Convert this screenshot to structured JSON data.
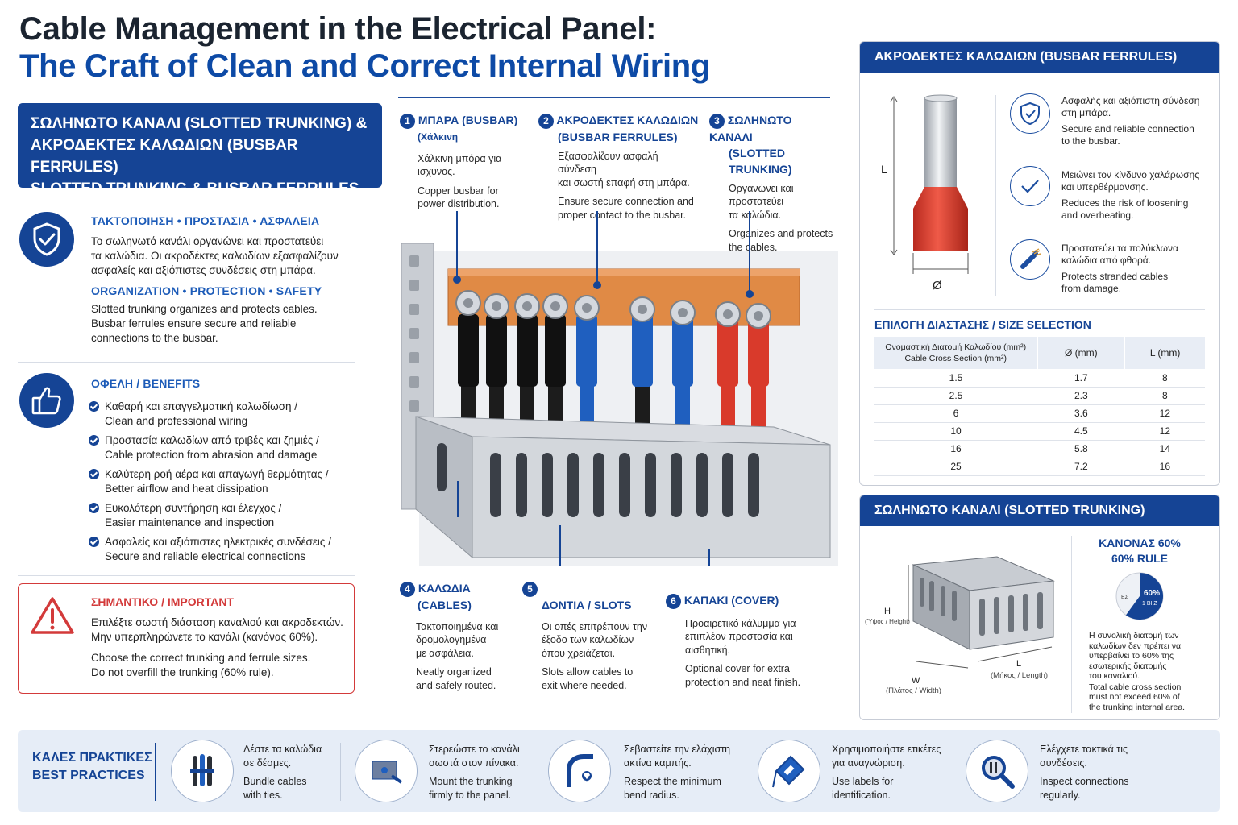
{
  "title": {
    "line1": "Cable Management in the Electrical Panel:",
    "line2": "The Craft of Clean and Correct Internal Wiring"
  },
  "left_header": {
    "line1": "ΣΩΛΗΝΩΤΟ ΚΑΝΑΛΙ (SLOTTED TRUNKING) &",
    "line2": "ΑΚΡΟΔΕΚΤΕΣ ΚΑΛΩΔΙΩΝ (BUSBAR FERRULES)",
    "line3": "SLOTTED TRUNKING & BUSBAR FERRULES"
  },
  "organization": {
    "icon": "shield-check-icon",
    "head_gr": "ΤΑΚΤΟΠΟΙΗΣΗ • ΠΡΟΣΤΑΣΙΑ • ΑΣΦΑΛΕΙΑ",
    "text_gr1": "Το σωληνωτό κανάλι οργανώνει και προστατεύει",
    "text_gr2": "τα καλώδια. Οι ακροδέκτες καλωδίων εξασφαλίζουν",
    "text_gr3": "ασφαλείς και αξιόπιστες συνδέσεις στη μπάρα.",
    "head_en": "ORGANIZATION • PROTECTION • SAFETY",
    "text_en1": "Slotted trunking organizes and protects cables.",
    "text_en2": "Busbar ferrules ensure secure and reliable",
    "text_en3": "connections to the busbar."
  },
  "benefits": {
    "icon": "thumbs-up-icon",
    "head": "ΟΦΕΛΗ / BENEFITS",
    "items": [
      {
        "gr": "Καθαρή και επαγγελματική καλωδίωση /",
        "en": "Clean and professional wiring"
      },
      {
        "gr": "Προστασία καλωδίων από τριβές και ζημιές /",
        "en": "Cable protection from abrasion and damage"
      },
      {
        "gr": "Καλύτερη ροή αέρα και απαγωγή θερμότητας /",
        "en": "Better airflow and heat dissipation"
      },
      {
        "gr": "Ευκολότερη συντήρηση και έλεγχος /",
        "en": "Easier maintenance and inspection"
      },
      {
        "gr": "Ασφαλείς και αξιόπιστες ηλεκτρικές συνδέσεις /",
        "en": "Secure and reliable electrical connections"
      }
    ]
  },
  "important": {
    "head": "ΣΗΜΑΝΤΙΚΟ / IMPORTANT",
    "gr1": "Επιλέξτε σωστή διάσταση καναλιού και ακροδεκτών.",
    "gr2": "Μην υπερπληρώνετε το κανάλι (κανόνας 60%).",
    "en1": "Choose the correct trunking and ferrule sizes.",
    "en2": "Do not overfill the trunking (60% rule)."
  },
  "callouts": [
    {
      "num": "1",
      "t1": "ΜΠΑΡΑ (BUSBAR)",
      "t2": "(Χάλκινη",
      "gr1": "Χάλκινη μπόρα για",
      "gr2": "ισχυνος.",
      "en1": "Copper busbar for",
      "en2": "power distribution."
    },
    {
      "num": "2",
      "t1": "ΑΚΡΟΔΕΚΤΕΣ ΚΑΛΩΔΙΩΝ",
      "t2": "(BUSBAR FERRULES)",
      "gr1": "Εξασφαλίζουν ασφαλή σύνδεση",
      "gr2": "και σωστή επαφή στη μπάρα.",
      "en1": "Ensure secure connection and",
      "en2": "proper contact to the busbar."
    },
    {
      "num": "3",
      "t1": "ΣΩΛΗΝΩΤΟ ΚΑΝΑΛΙ",
      "t2": "(SLOTTED TRUNKING)",
      "gr1": "Οργανώνει και προστατεύει",
      "gr2": "τα καλώδια.",
      "en1": "Organizes and protects",
      "en2": "the cables."
    },
    {
      "num": "4",
      "t1": "ΚΑΛΩΔΙΑ",
      "t2": "(CABLES)",
      "gr1": "Τακτοποιημένα και",
      "gr2": "δρομολογημένα",
      "gr3": "με ασφάλεια.",
      "en1": "Neatly organized",
      "en2": "and safely routed."
    },
    {
      "num": "5",
      "t1": "ΔΟΝΤΙΑ / SLOTS",
      "gr1": "Οι οπές επιτρέπουν την",
      "gr2": "έξοδο των καλωδίων",
      "gr3": "όπου χρειάζεται.",
      "en1": "Slots allow cables to",
      "en2": "exit where needed."
    },
    {
      "num": "6",
      "t1": "ΚΑΠΑΚΙ (COVER)",
      "gr1": "Προαιρετικό κάλυμμα για",
      "gr2": "επιπλέον προστασία και",
      "gr3": "αισθητική.",
      "en1": "Optional cover for extra",
      "en2": "protection and neat finish."
    }
  ],
  "ferrules_panel": {
    "head": "ΑΚΡΟΔΕΚΤΕΣ ΚΑΛΩΔΙΩΝ (BUSBAR FERRULES)",
    "dim_L": "L",
    "dim_D": "Ø",
    "features": [
      {
        "icon": "shield-check-icon",
        "gr1": "Ασφαλής και αξιόπιστη σύνδεση",
        "gr2": "στη μπάρα.",
        "en1": "Secure and reliable connection",
        "en2": "to the busbar."
      },
      {
        "icon": "check-icon",
        "gr1": "Μειώνει τον κίνδυνο χαλάρωσης",
        "gr2": "και υπερθέρμανσης.",
        "en1": "Reduces the risk of loosening",
        "en2": "and overheating."
      },
      {
        "icon": "stranded-cable-icon",
        "gr1": "Προστατεύει τα πολύκλωνα",
        "gr2": "καλώδια από φθορά.",
        "en1": "Protects stranded cables",
        "en2": "from damage."
      }
    ],
    "size_head": "ΕΠΙΛΟΓΗ ΔΙΑΣΤΑΣΗΣ / SIZE SELECTION",
    "col1_gr": "Ονομαστική Διατομή Καλωδίου (mm²)",
    "col1_en": "Cable Cross Section (mm²)",
    "col2": "Ø (mm)",
    "col3": "L (mm)",
    "rows": [
      [
        "1.5",
        "1.7",
        "8"
      ],
      [
        "2.5",
        "2.3",
        "8"
      ],
      [
        "6",
        "3.6",
        "12"
      ],
      [
        "10",
        "4.5",
        "12"
      ],
      [
        "16",
        "5.8",
        "14"
      ],
      [
        "25",
        "7.2",
        "16"
      ]
    ]
  },
  "trunking_panel": {
    "head": "ΣΩΛΗΝΩΤΟ ΚΑΝΑΛΙ (SLOTTED TRUNKING)",
    "dim_H": "H",
    "dim_H_label": "(Ύψος / Height)",
    "dim_W": "W",
    "dim_W_label": "(Πλάτος / Width)",
    "dim_L": "L",
    "dim_L_label": "(Μήκος / Length)",
    "rule_gr": "ΚΑΝΟΝΑΣ 60%",
    "rule_en": "60% RULE",
    "pie_value": 60,
    "pie_label": "60%",
    "pie_sub": "1 BIIZ",
    "pie_left": "ΕΣ",
    "desc_gr1": "Η συνολική διατομή των",
    "desc_gr2": "καλωδίων δεν πρέπει να",
    "desc_gr3": "υπερβαίνει το 60% της",
    "desc_gr4": "εσωτερικής διατομής",
    "desc_gr5": "του καναλιού.",
    "desc_en1": "Total cable cross section",
    "desc_en2": "must not exceed 60% of",
    "desc_en3": "the trunking internal area."
  },
  "best_practices": {
    "head1": "ΚΑΛΕΣ ΠΡΑΚΤΙΚΕΣ",
    "head2": "BEST PRACTICES",
    "items": [
      {
        "icon": "cable-bundle-icon",
        "gr1": "Δέστε τα καλώδια",
        "gr2": "σε δέσμες.",
        "en1": "Bundle cables",
        "en2": "with ties."
      },
      {
        "icon": "mounting-icon",
        "gr1": "Στερεώστε το κανάλι",
        "gr2": "σωστά στον πίνακα.",
        "en1": "Mount the trunking",
        "en2": "firmly to the panel."
      },
      {
        "icon": "bend-radius-icon",
        "gr1": "Σεβαστείτε την ελάχιστη",
        "gr2": "ακτίνα καμπής.",
        "en1": "Respect the minimum",
        "en2": "bend radius."
      },
      {
        "icon": "label-tag-icon",
        "gr1": "Χρησιμοποιήστε ετικέτες",
        "gr2": "για αναγνώριση.",
        "en1": "Use labels for",
        "en2": "identification."
      },
      {
        "icon": "inspection-icon",
        "gr1": "Ελέγχετε τακτικά τις",
        "gr2": "συνδέσεις.",
        "en1": "Inspect connections",
        "en2": "regularly."
      }
    ]
  },
  "colors": {
    "navy": "#154495",
    "title_blue": "#0d4aa6",
    "copper": "#e08a45",
    "red_ferrule": "#d93a2b",
    "blue_ferrule": "#1f5fbf",
    "important_red": "#d33a3a"
  }
}
